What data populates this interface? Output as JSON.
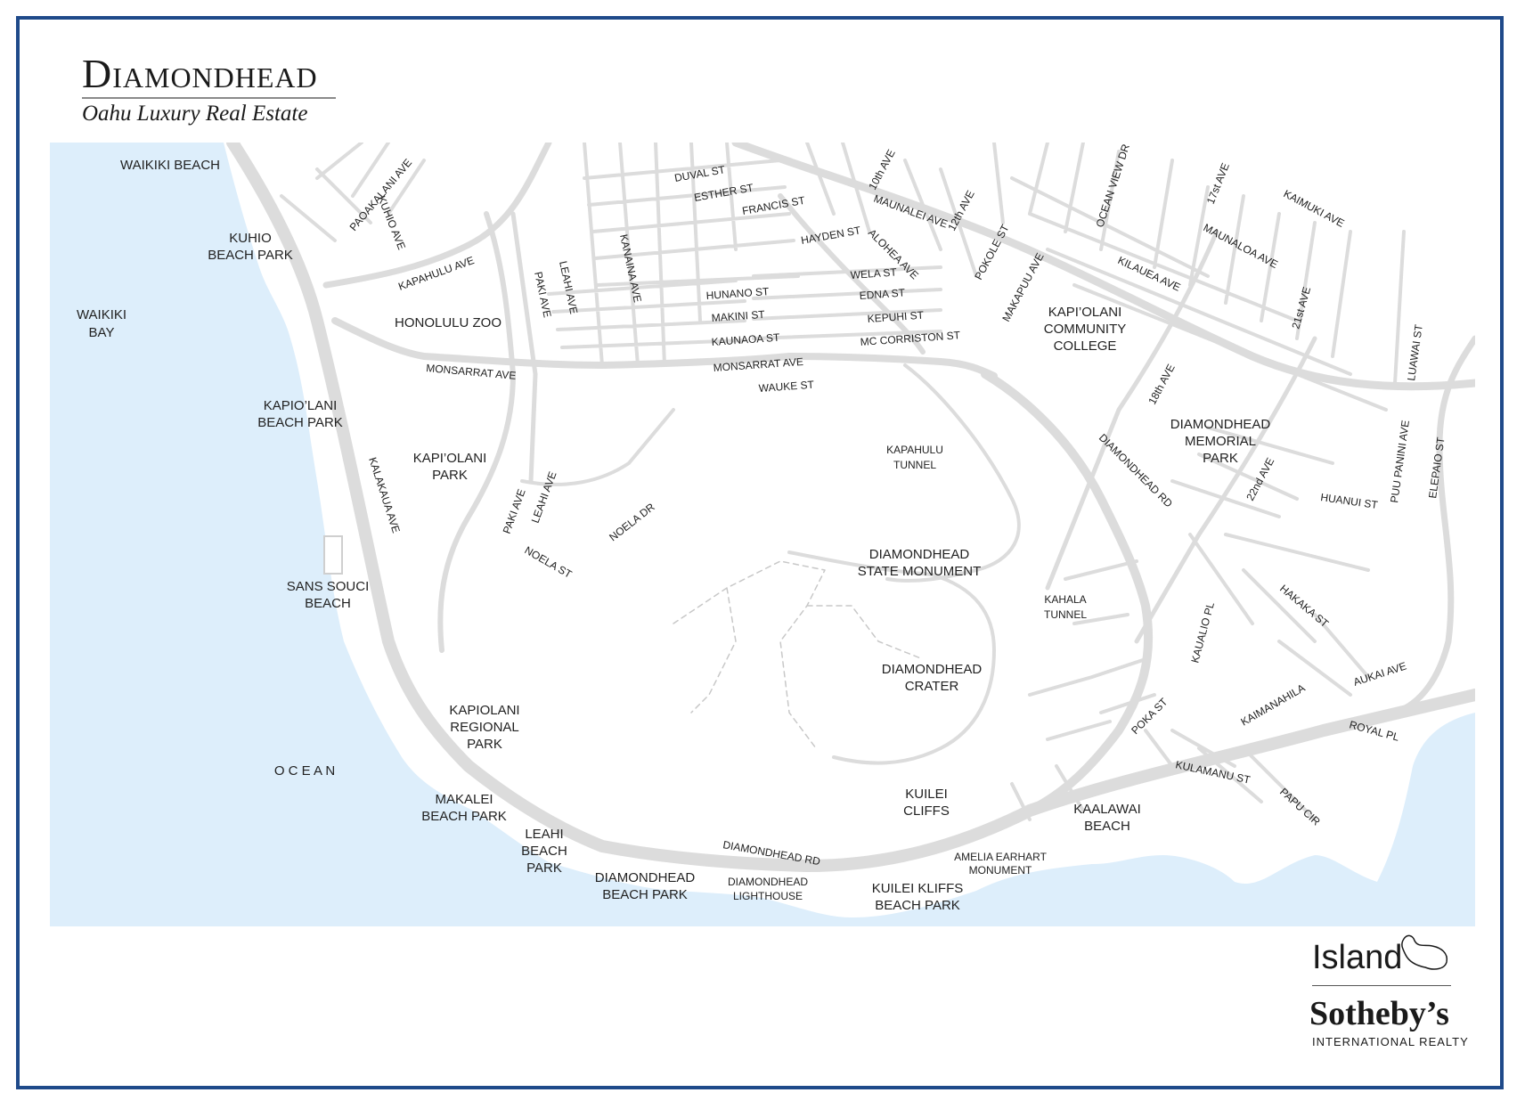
{
  "header": {
    "title": "Diamondhead",
    "subtitle": "Oahu Luxury Real Estate"
  },
  "map": {
    "colors": {
      "water": "#ddeefb",
      "land": "#ffffff",
      "road": "#dcdcdc",
      "frame": "#1f4a8a",
      "trail": "#c8c8c8"
    },
    "places": {
      "waikiki_beach": "WAIKIKI BEACH",
      "kuhio_beach_park_1": "KUHIO",
      "kuhio_beach_park_2": "BEACH PARK",
      "waikiki_bay_1": "WAIKIKI",
      "waikiki_bay_2": "BAY",
      "honolulu_zoo": "HONOLULU ZOO",
      "kapiolani_beach_park_1": "KAPIO’LANI",
      "kapiolani_beach_park_2": "BEACH PARK",
      "kapiolani_park_1": "KAPI’OLANI",
      "kapiolani_park_2": "PARK",
      "sans_souci_1": "SANS SOUCI",
      "sans_souci_2": "BEACH",
      "kapiolani_regional_1": "KAPIOLANI",
      "kapiolani_regional_2": "REGIONAL",
      "kapiolani_regional_3": "PARK",
      "ocean": "O C E A N",
      "makalei_1": "MAKALEI",
      "makalei_2": "BEACH PARK",
      "leahi_1": "LEAHI",
      "leahi_2": "BEACH",
      "leahi_3": "PARK",
      "diamondhead_beach_1": "DIAMONDHEAD",
      "diamondhead_beach_2": "BEACH PARK",
      "lighthouse_1": "DIAMONDHEAD",
      "lighthouse_2": "LIGHTHOUSE",
      "kuilei_kliffs_1": "KUILEI KLIFFS",
      "kuilei_kliffs_2": "BEACH PARK",
      "amelia_1": "AMELIA EARHART",
      "amelia_2": "MONUMENT",
      "kaalawai_1": "KAALAWAI",
      "kaalawai_2": "BEACH",
      "kuilei_cliffs_1": "KUILEI",
      "kuilei_cliffs_2": "CLIFFS",
      "crater_1": "DIAMONDHEAD",
      "crater_2": "CRATER",
      "state_monument_1": "DIAMONDHEAD",
      "state_monument_2": "STATE MONUMENT",
      "kapahulu_tunnel_1": "KAPAHULU",
      "kapahulu_tunnel_2": "TUNNEL",
      "kahala_tunnel_1": "KAHALA",
      "kahala_tunnel_2": "TUNNEL",
      "kcc_1": "KAPI’OLANI",
      "kcc_2": "COMMUNITY",
      "kcc_3": "COLLEGE",
      "memorial_1": "DIAMONDHEAD",
      "memorial_2": "MEMORIAL",
      "memorial_3": "PARK"
    },
    "streets": {
      "paoakalani": "PAOAKALANI AVE",
      "kuhio": "KUHIO AVE",
      "kapahulu": "KAPAHULU AVE",
      "duval": "DUVAL ST",
      "esther": "ESTHER ST",
      "francis": "FRANCIS ST",
      "hayden": "HAYDEN ST",
      "kanaina": "KANAINA AVE",
      "leahi_ave": "LEAHI AVE",
      "paki_ave": "PAKI AVE",
      "hunano": "HUNANO ST",
      "makini": "MAKINI ST",
      "kaunaoa": "KAUNAOA ST",
      "monsarrat_1": "MONSARRAT AVE",
      "monsarrat_2": "MONSARRAT AVE",
      "wauke": "WAUKE ST",
      "wela": "WELA ST",
      "edna": "EDNA ST",
      "kepuhi": "KEPUHI ST",
      "mc_corriston": "MC CORRISTON ST",
      "tenth": "10th AVE",
      "maunalei": "MAUNALEI AVE",
      "alohea": "ALOHEA AVE",
      "twelfth": "12th AVE",
      "pokole": "POKOLE ST",
      "makapuu": "MAKAPUU AVE",
      "ocean_view": "OCEAN VIEW DR",
      "seventeenth": "17st AVE",
      "kaimuki": "KAIMUKI AVE",
      "maunaloa": "MAUNALOA AVE",
      "kilauea": "KILAUEA AVE",
      "twentyfirst": "21st AVE",
      "luawai": "LUAWAI ST",
      "eighteenth": "18th AVE",
      "diamondhead_rd_1": "DIAMONDHEAD RD",
      "diamondhead_rd_2": "DIAMONDHEAD RD",
      "twentysecond": "22nd AVE",
      "puu_panini": "PUU PANINI AVE",
      "elepaio": "ELEPAIO ST",
      "huanui": "HUANUI ST",
      "hakaka": "HAKAKA ST",
      "kaualio": "KAUALIO PL",
      "aukai": "AUKAI AVE",
      "royal": "ROYAL PL",
      "kaimanahila": "KAIMANAHILA",
      "poka": "POKA ST",
      "kulamanu": "KULAMANU ST",
      "papu": "PAPU CIR",
      "kalakaua": "KALAKAUA AVE",
      "paki_ave_2": "PAKI AVE",
      "leahi_ave_2": "LEAHI AVE",
      "noela_dr": "NOELA DR",
      "noela_st": "NOELA ST"
    }
  },
  "branding": {
    "island": "Island",
    "sothebys": "Sotheby’s",
    "international": "INTERNATIONAL REALTY",
    "logo_icon": "island-outline-icon"
  }
}
